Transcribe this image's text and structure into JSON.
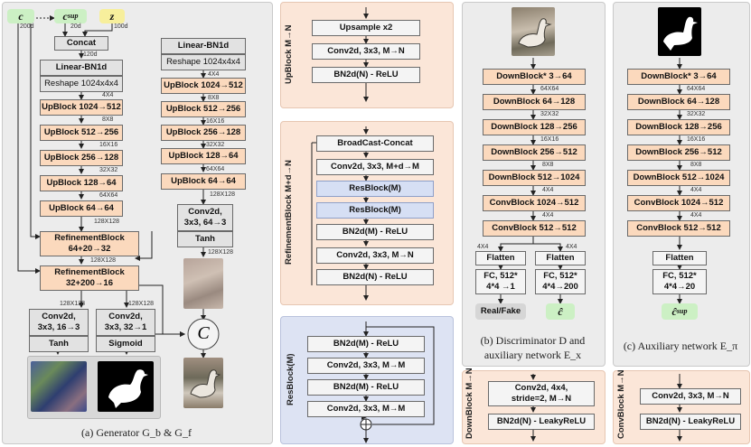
{
  "generator": {
    "inputs": {
      "c": "c",
      "c_sup": "c",
      "c_sup_sub": "sup",
      "z": "z"
    },
    "input_dims": {
      "c": "200d",
      "c_sup": "20d",
      "z": "100d"
    },
    "concat": "Concat",
    "concat_dim": "120d",
    "linear": "Linear-BN1d",
    "reshape": "Reshape 1024x4x4",
    "left_blocks": [
      "UpBlock 1024→512",
      "UpBlock 512→256",
      "UpBlock 256→128",
      "UpBlock 128→64",
      "UpBlock 64→64"
    ],
    "left_dims": [
      "4X4",
      "8X8",
      "16X16",
      "32X32",
      "64X64",
      "128X128"
    ],
    "refine1": "RefinementBlock\n64+20→32",
    "refine_dim": "128X128",
    "refine2": "RefinementBlock\n32+200→16",
    "out_dims": [
      "128X128",
      "128X128"
    ],
    "conv_left": "Conv2d,\n3x3, 16→3",
    "conv_mid": "Conv2d,\n3x3, 32→1",
    "tanh_left": "Tanh",
    "sigmoid": "Sigmoid",
    "right_linear": "Linear-BN1d",
    "right_reshape": "Reshape 1024x4x4",
    "right_blocks": [
      "UpBlock 1024→512",
      "UpBlock 512→256",
      "UpBlock 256→128",
      "UpBlock 128→64",
      "UpBlock 64→64"
    ],
    "right_dims": [
      "4X4",
      "8X8",
      "16X16",
      "32X32",
      "64X64",
      "128X128"
    ],
    "right_conv": "Conv2d,\n3x3, 64→3",
    "right_tanh": "Tanh",
    "right_out_dim": "128X128",
    "compose_symbol": "C",
    "caption": "(a) Generator  G_b & G_f"
  },
  "upblock": {
    "label": "UpBlock M→N",
    "rows": [
      "Upsample x2",
      "Conv2d, 3x3, M→N",
      "BN2d(N) - ReLU"
    ]
  },
  "refinement": {
    "label": "RefinementBlock M+d→N",
    "rows": [
      "BroadCast-Concat",
      "Conv2d, 3x3, M+d→M",
      "ResBlock(M)",
      "ResBlock(M)",
      "BN2d(M) - ReLU",
      "Conv2d, 3x3, M→N",
      "BN2d(N) - ReLU"
    ]
  },
  "resblock": {
    "label": "ResBlock(M)",
    "rows": [
      "BN2d(M) - ReLU",
      "Conv2d, 3x3, M→M",
      "BN2d(M) - ReLU",
      "Conv2d, 3x3, M→M"
    ],
    "plus": "+"
  },
  "discriminator": {
    "blocks": [
      "DownBlock* 3→64",
      "DownBlock 64→128",
      "DownBlock 128→256",
      "DownBlock 256→512",
      "DownBlock 512→1024",
      "ConvBlock 1024→512",
      "ConvBlock 512→512"
    ],
    "dims": [
      "64X64",
      "32X32",
      "16X16",
      "8X8",
      "4X4",
      "4X4"
    ],
    "branch_dims": [
      "4X4",
      "4X4"
    ],
    "flatten": "Flatten",
    "fc_left": "FC, 512*\n4*4 →1",
    "fc_right": "FC, 512*\n4*4→200",
    "out_left": "Real/Fake",
    "out_right": "ĉ",
    "caption_line1": "(b) Discriminator D and",
    "caption_line2": "auxiliary network E_x"
  },
  "auxiliary": {
    "blocks": [
      "DownBlock* 3→64",
      "DownBlock 64→128",
      "DownBlock 128→256",
      "DownBlock 256→512",
      "DownBlock 512→1024",
      "ConvBlock 1024→512",
      "ConvBlock 512→512"
    ],
    "dims": [
      "64X64",
      "32X32",
      "16X16",
      "8X8",
      "4X4",
      "4X4"
    ],
    "flatten": "Flatten",
    "fc": "FC, 512*\n4*4→20",
    "out": "ĉ",
    "out_sub": "sup",
    "caption": "(c) Auxiliary network E_π"
  },
  "downblock": {
    "label": "DownBlock M→N",
    "rows": [
      "Conv2d, 4x4,\nstride=2, M→N",
      "BN2d(N) - LeakyReLU"
    ]
  },
  "convblock": {
    "label": "ConvBlock M→N",
    "rows": [
      "Conv2d, 3x3, M→N",
      "BN2d(N) - LeakyReLU"
    ]
  },
  "colors": {
    "orange": "#fbd9bd",
    "grey": "#e2e2e2",
    "blue": "#d6dff4",
    "green": "#ccf0c4",
    "peach_panel": "#fbe6d8"
  }
}
